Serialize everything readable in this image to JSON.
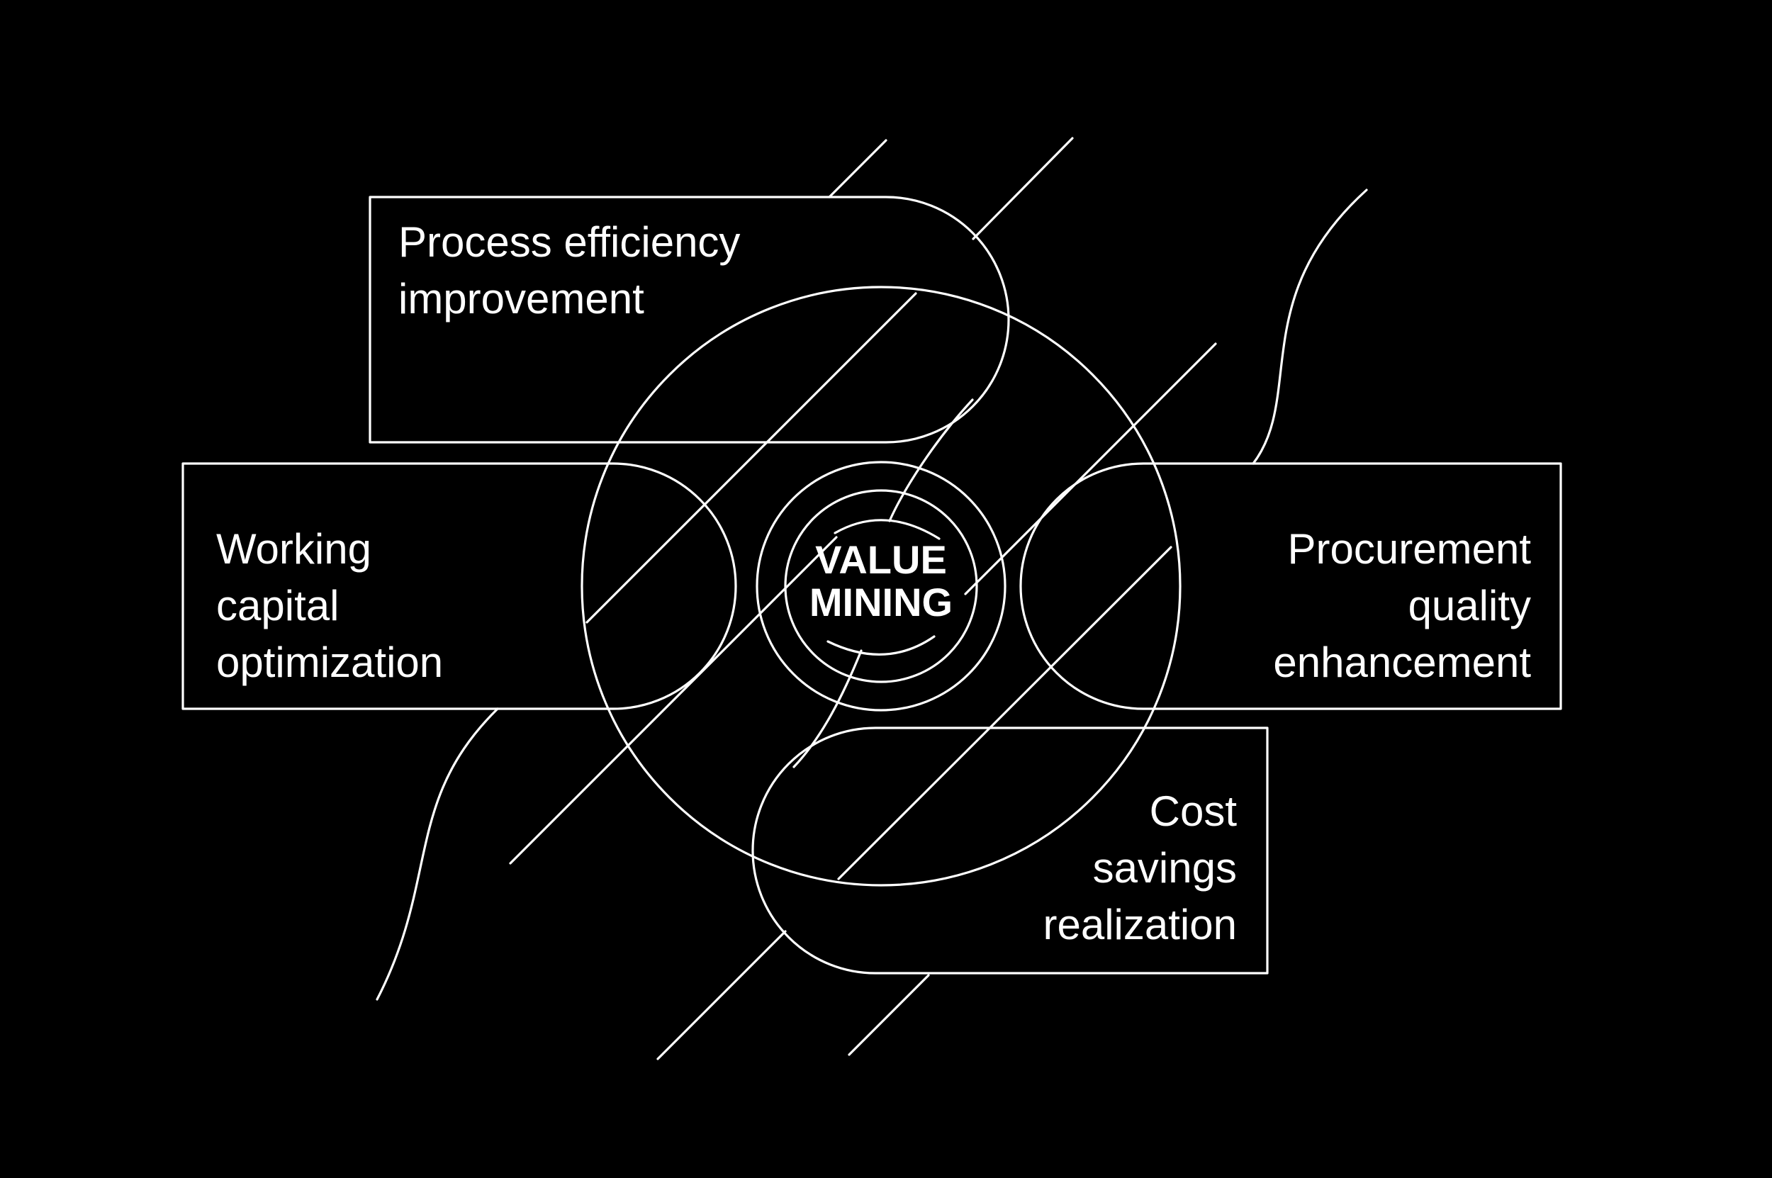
{
  "center": {
    "line1": "VALUE",
    "line2": "MINING"
  },
  "blocks": {
    "process": {
      "line1": "Process efficiency",
      "line2": "improvement"
    },
    "working": {
      "line1": "Working",
      "line2": "capital",
      "line3": "optimization"
    },
    "procurement": {
      "line1": "Procurement",
      "line2": "quality",
      "line3": "enhancement"
    },
    "cost": {
      "line1": "Cost",
      "line2": "savings",
      "line3": "realization"
    }
  },
  "colors": {
    "background": "#000000",
    "stroke": "#ffffff",
    "text": "#ffffff"
  }
}
